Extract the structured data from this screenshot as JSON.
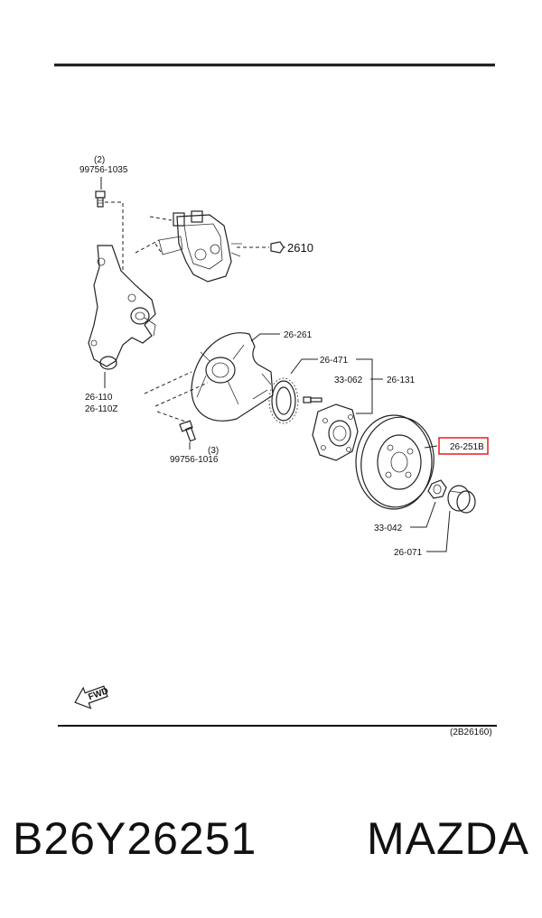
{
  "labels": {
    "bolt_top_qty": "(2)",
    "bolt_top_pn": "99756-1035",
    "caliper": "2610",
    "knuckle_a": "26-110",
    "knuckle_b": "26-110Z",
    "dust_cover": "26-261",
    "sensor_ring": "26-471",
    "hub_bolt": "33-062",
    "hub": "26-131",
    "disc": "26-251B",
    "bolt_bottom_qty": "(3)",
    "bolt_bottom_pn": "99756-1016",
    "nut": "33-042",
    "cap": "26-071",
    "fwd": "FWD",
    "figure_code": "(2B26160)"
  },
  "highlight_color": "#e0201f",
  "caption": {
    "part_number": "B26Y26251",
    "brand": "MAZDA"
  }
}
